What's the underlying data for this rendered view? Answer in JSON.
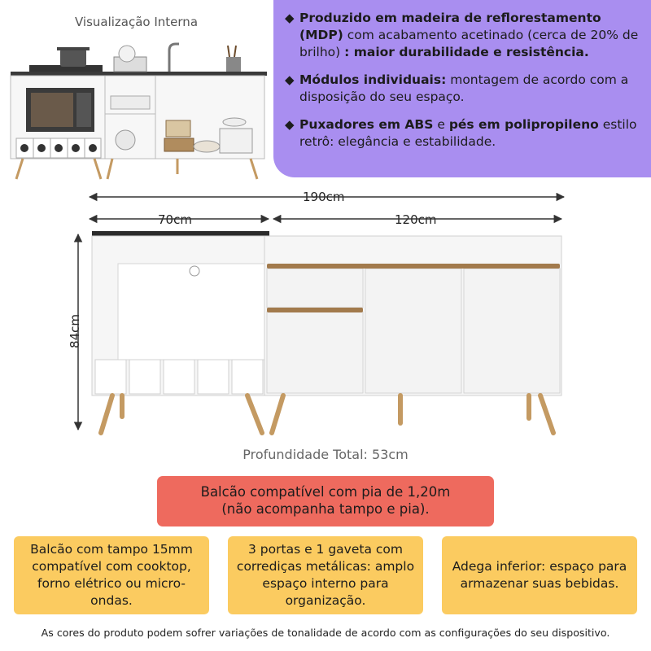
{
  "preview": {
    "title": "Visualização Interna"
  },
  "features": [
    {
      "segments": [
        {
          "text": "Produzido em madeira de reflorestamento ",
          "bold": true
        },
        {
          "text": "(MDP)",
          "bold": true
        },
        {
          "text": " com acabamento acetinado (cerca de 20% de brilho) ",
          "bold": false
        },
        {
          "text": ": maior durabilidade e resistência.",
          "bold": true
        }
      ]
    },
    {
      "segments": [
        {
          "text": "Módulos individuais:",
          "bold": true
        },
        {
          "text": " montagem de acordo com a disposição do seu espaço.",
          "bold": false
        }
      ]
    },
    {
      "segments": [
        {
          "text": "Puxadores em ABS",
          "bold": true
        },
        {
          "text": " e ",
          "bold": false
        },
        {
          "text": "pés em polipropileno",
          "bold": true
        },
        {
          "text": " estilo retrô: elegância e estabilidade.",
          "bold": false
        }
      ]
    }
  ],
  "bullet_icon": "diamond-bullet-icon",
  "dimensions": {
    "total_width": "190cm",
    "left_module": "70cm",
    "right_module": "120cm",
    "height": "84cm",
    "depth": "Profundidade Total: 53cm"
  },
  "note": {
    "line1": "Balcão compatível com pia de 1,20m",
    "line2": "(não acompanha tampo e pia)."
  },
  "cards": [
    {
      "text": "Balcão com tampo 15mm compatível com cooktop, forno elétrico ou micro-ondas."
    },
    {
      "text": "3 portas e 1 gaveta com corrediças metálicas: amplo espaço interno para organização."
    },
    {
      "text": "Adega inferior: espaço para armazenar suas bebidas."
    }
  ],
  "footer": "As cores do produto podem sofrer variações de tonalidade de acordo com as configurações do seu dispositivo.",
  "colors": {
    "purple_panel": "#a98ef0",
    "red_note": "#ee6a5e",
    "yellow_card": "#fbcb60",
    "handle_wood": "#a27a4c",
    "leg_wood": "#c49a62",
    "countertop": "#2b2b2b"
  }
}
